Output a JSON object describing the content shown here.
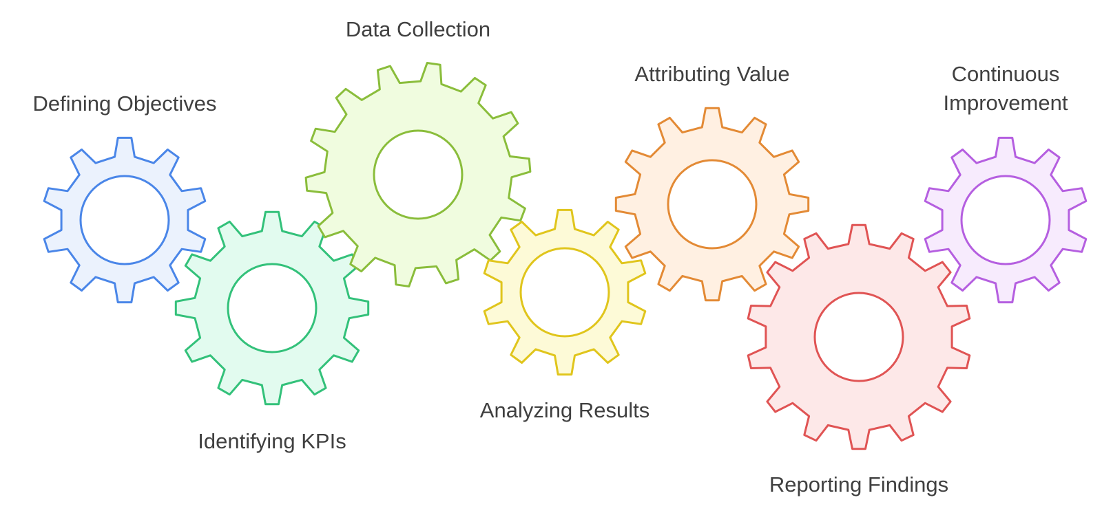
{
  "steps": [
    {
      "label": "Defining Objectives",
      "stroke": "#4a86e8",
      "fill": "#ebf2fd"
    },
    {
      "label": "Identifying KPIs",
      "stroke": "#33c17a",
      "fill": "#e2fbef"
    },
    {
      "label": "Data Collection",
      "stroke": "#8abd3b",
      "fill": "#f0fcdf"
    },
    {
      "label": "Analyzing Results",
      "stroke": "#e0c51c",
      "fill": "#fdfad7"
    },
    {
      "label": "Attributing Value",
      "stroke": "#e38a35",
      "fill": "#fff0e2"
    },
    {
      "label": "Reporting Findings",
      "stroke": "#e05454",
      "fill": "#fde8e8"
    },
    {
      "label": [
        "Continuous",
        "Improvement"
      ],
      "stroke": "#b55fe0",
      "fill": "#f7ebfd"
    }
  ]
}
